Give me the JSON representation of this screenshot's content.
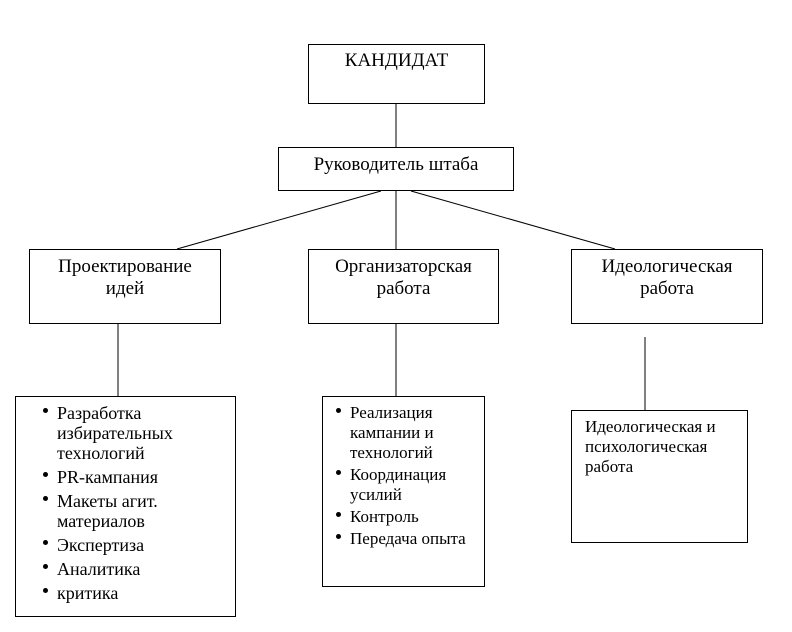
{
  "root": {
    "label": "КАНДИДАТ"
  },
  "head": {
    "label": "Руководитель штаба"
  },
  "branches": [
    {
      "id": "design",
      "label_lines": [
        "Проектирование",
        "идей"
      ],
      "items": [
        "Разработка избирательных технологий",
        "PR-кампания",
        "Макеты агит. материалов",
        "Экспертиза",
        "Аналитика",
        "критика"
      ]
    },
    {
      "id": "org",
      "label_lines": [
        "Организаторская",
        "работа"
      ],
      "items": [
        "Реализация кампании и технологий",
        "Координация усилий",
        "Контроль",
        "Передача опыта"
      ]
    },
    {
      "id": "ideo",
      "label_lines": [
        "Идеологическая",
        "работа"
      ],
      "detail": "Идеологическая и психологическая работа"
    }
  ]
}
